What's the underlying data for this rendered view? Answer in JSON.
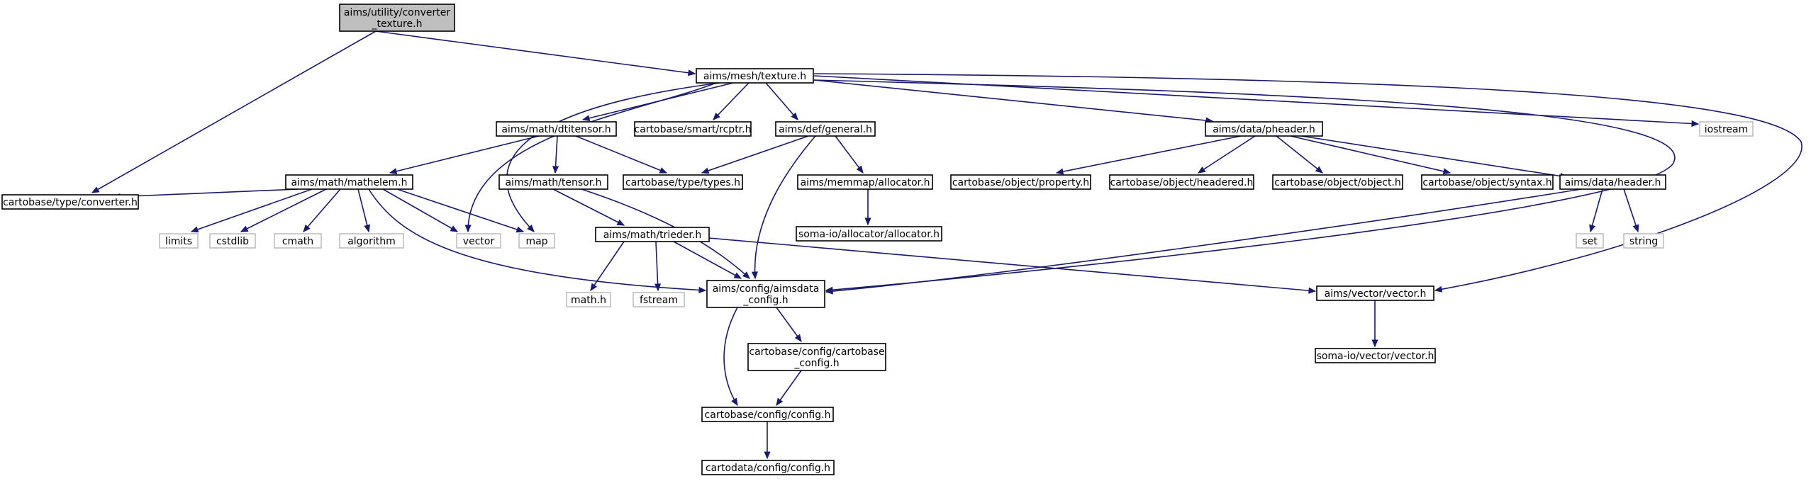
{
  "diagram": {
    "nodes": [
      {
        "id": "root",
        "lines": [
          "aims/utility/converter",
          "_texture.h"
        ],
        "kind": "root"
      },
      {
        "id": "texture",
        "lines": [
          "aims/mesh/texture.h"
        ],
        "kind": "file"
      },
      {
        "id": "converter",
        "lines": [
          "cartobase/type/converter.h"
        ],
        "kind": "file"
      },
      {
        "id": "dtitensor",
        "lines": [
          "aims/math/dtitensor.h"
        ],
        "kind": "file"
      },
      {
        "id": "rcptr",
        "lines": [
          "cartobase/smart/rcptr.h"
        ],
        "kind": "file"
      },
      {
        "id": "general",
        "lines": [
          "aims/def/general.h"
        ],
        "kind": "file"
      },
      {
        "id": "pheader",
        "lines": [
          "aims/data/pheader.h"
        ],
        "kind": "file"
      },
      {
        "id": "iostream",
        "lines": [
          "iostream"
        ],
        "kind": "system"
      },
      {
        "id": "mathelem",
        "lines": [
          "aims/math/mathelem.h"
        ],
        "kind": "file"
      },
      {
        "id": "tensor",
        "lines": [
          "aims/math/tensor.h"
        ],
        "kind": "file"
      },
      {
        "id": "types",
        "lines": [
          "cartobase/type/types.h"
        ],
        "kind": "file"
      },
      {
        "id": "allocator",
        "lines": [
          "aims/memmap/allocator.h"
        ],
        "kind": "file"
      },
      {
        "id": "property",
        "lines": [
          "cartobase/object/property.h"
        ],
        "kind": "file"
      },
      {
        "id": "headered",
        "lines": [
          "cartobase/object/headered.h"
        ],
        "kind": "file"
      },
      {
        "id": "object",
        "lines": [
          "cartobase/object/object.h"
        ],
        "kind": "file"
      },
      {
        "id": "syntax",
        "lines": [
          "cartobase/object/syntax.h"
        ],
        "kind": "file"
      },
      {
        "id": "header",
        "lines": [
          "aims/data/header.h"
        ],
        "kind": "file"
      },
      {
        "id": "limits",
        "lines": [
          "limits"
        ],
        "kind": "system"
      },
      {
        "id": "cstdlib",
        "lines": [
          "cstdlib"
        ],
        "kind": "system"
      },
      {
        "id": "cmath",
        "lines": [
          "cmath"
        ],
        "kind": "system"
      },
      {
        "id": "algorithm",
        "lines": [
          "algorithm"
        ],
        "kind": "system"
      },
      {
        "id": "vector",
        "lines": [
          "vector"
        ],
        "kind": "system"
      },
      {
        "id": "map",
        "lines": [
          "map"
        ],
        "kind": "system"
      },
      {
        "id": "trieder",
        "lines": [
          "aims/math/trieder.h"
        ],
        "kind": "file"
      },
      {
        "id": "somaalloc",
        "lines": [
          "soma-io/allocator/allocator.h"
        ],
        "kind": "file"
      },
      {
        "id": "set",
        "lines": [
          "set"
        ],
        "kind": "system"
      },
      {
        "id": "string",
        "lines": [
          "string"
        ],
        "kind": "system"
      },
      {
        "id": "mathh",
        "lines": [
          "math.h"
        ],
        "kind": "system"
      },
      {
        "id": "fstream",
        "lines": [
          "fstream"
        ],
        "kind": "system"
      },
      {
        "id": "aimsdata",
        "lines": [
          "aims/config/aimsdata",
          "_config.h"
        ],
        "kind": "file"
      },
      {
        "id": "vectorh",
        "lines": [
          "aims/vector/vector.h"
        ],
        "kind": "file"
      },
      {
        "id": "cartocfg",
        "lines": [
          "cartobase/config/cartobase",
          "_config.h"
        ],
        "kind": "file"
      },
      {
        "id": "somavector",
        "lines": [
          "soma-io/vector/vector.h"
        ],
        "kind": "file"
      },
      {
        "id": "config",
        "lines": [
          "cartobase/config/config.h"
        ],
        "kind": "file"
      },
      {
        "id": "cartodata",
        "lines": [
          "cartodata/config/config.h"
        ],
        "kind": "file"
      }
    ],
    "edges": [
      [
        "root",
        "texture"
      ],
      [
        "root",
        "converter"
      ],
      [
        "texture",
        "dtitensor"
      ],
      [
        "texture",
        "rcptr"
      ],
      [
        "texture",
        "general"
      ],
      [
        "texture",
        "pheader"
      ],
      [
        "texture",
        "iostream"
      ],
      [
        "texture",
        "vector"
      ],
      [
        "texture",
        "map"
      ],
      [
        "texture",
        "aimsdata"
      ],
      [
        "texture",
        "vectorh"
      ],
      [
        "dtitensor",
        "mathelem"
      ],
      [
        "dtitensor",
        "tensor"
      ],
      [
        "dtitensor",
        "types"
      ],
      [
        "general",
        "types"
      ],
      [
        "general",
        "allocator"
      ],
      [
        "general",
        "aimsdata"
      ],
      [
        "pheader",
        "property"
      ],
      [
        "pheader",
        "headered"
      ],
      [
        "pheader",
        "object"
      ],
      [
        "pheader",
        "syntax"
      ],
      [
        "pheader",
        "header"
      ],
      [
        "mathelem",
        "converter"
      ],
      [
        "mathelem",
        "limits"
      ],
      [
        "mathelem",
        "cstdlib"
      ],
      [
        "mathelem",
        "cmath"
      ],
      [
        "mathelem",
        "algorithm"
      ],
      [
        "mathelem",
        "vector"
      ],
      [
        "mathelem",
        "map"
      ],
      [
        "mathelem",
        "aimsdata"
      ],
      [
        "tensor",
        "trieder"
      ],
      [
        "tensor",
        "aimsdata"
      ],
      [
        "allocator",
        "somaalloc"
      ],
      [
        "header",
        "set"
      ],
      [
        "header",
        "string"
      ],
      [
        "header",
        "aimsdata"
      ],
      [
        "trieder",
        "mathh"
      ],
      [
        "trieder",
        "fstream"
      ],
      [
        "trieder",
        "aimsdata"
      ],
      [
        "trieder",
        "vectorh"
      ],
      [
        "aimsdata",
        "cartocfg"
      ],
      [
        "aimsdata",
        "config"
      ],
      [
        "cartocfg",
        "config"
      ],
      [
        "vectorh",
        "somavector"
      ],
      [
        "config",
        "cartodata"
      ]
    ]
  }
}
